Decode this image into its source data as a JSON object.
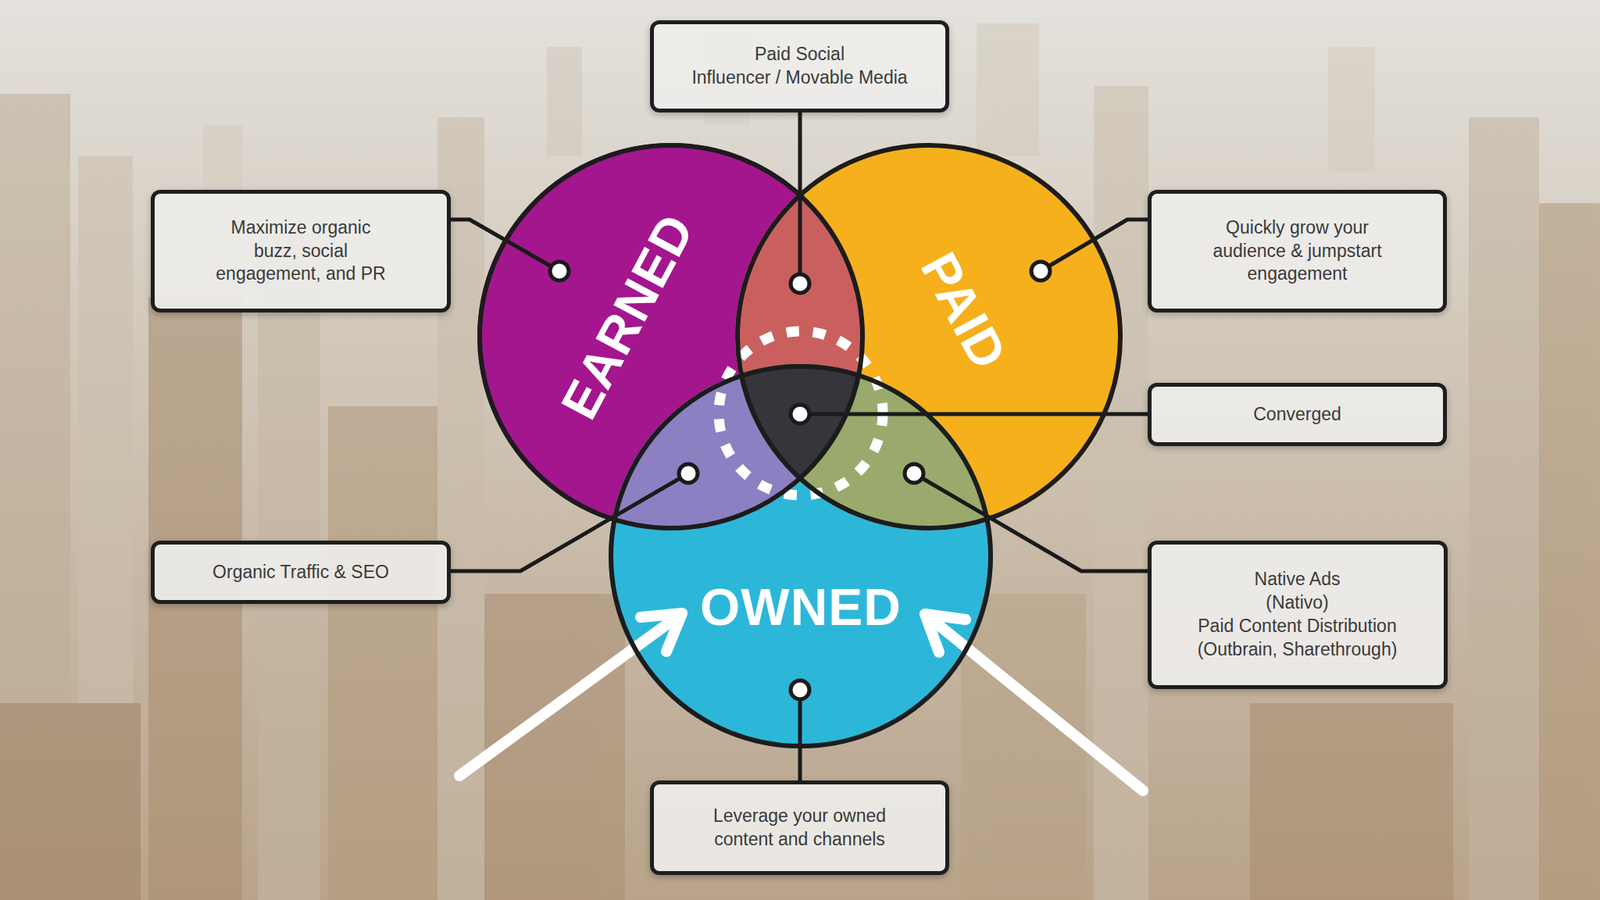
{
  "diagram": {
    "nodes": [
      {
        "text": [
          "Paid Social",
          "Influencer / Movable Media"
        ]
      },
      {
        "text": [
          "Maximize organic buzz, social engagement, and PR"
        ]
      },
      {
        "text": [
          "EARNED"
        ]
      },
      {
        "text": [
          "PAID"
        ]
      },
      {
        "text": [
          "Quickly grow your audience & jumpstart engagement"
        ]
      },
      {
        "text": [
          "Converged"
        ]
      },
      {
        "text": [
          "Organic Traffic & SEO"
        ]
      },
      {
        "text": [
          "Native Ads (Nativo)",
          "Paid Content Distribution (Outbrain, Sharethrough)"
        ]
      },
      {
        "text": [
          "OWNED"
        ]
      },
      {
        "text": [
          "Leverage your owned content and channels"
        ]
      }
    ]
  }
}
